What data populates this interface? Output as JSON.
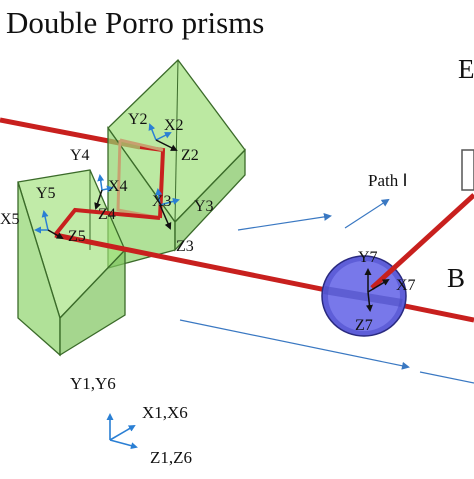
{
  "title": "Double Porro prisms",
  "edge_letters": [
    "E",
    "B"
  ],
  "path_label": "Path Ⅰ",
  "axes": {
    "y2": "Y2",
    "x2": "X2",
    "z2": "Z2",
    "y4": "Y4",
    "x4": "X4",
    "z4": "Z4",
    "y5": "Y5",
    "x5": "X5",
    "z5": "Z5",
    "x3": "X3",
    "y3": "Y3",
    "z3": "Z3",
    "y7": "Y7",
    "x7": "X7",
    "z7": "Z7",
    "y1y6": "Y1,Y6",
    "x1x6": "X1,X6",
    "z1z6": "Z1,Z6"
  },
  "colors": {
    "prism_fill": "#9fe07a",
    "prism_stroke": "#3b6b2a",
    "beam": "#c8201e",
    "mirror_fill": "#6f6fe6",
    "arrow_blue": "#3a78c2",
    "axis_blue": "#2a7fd4"
  }
}
